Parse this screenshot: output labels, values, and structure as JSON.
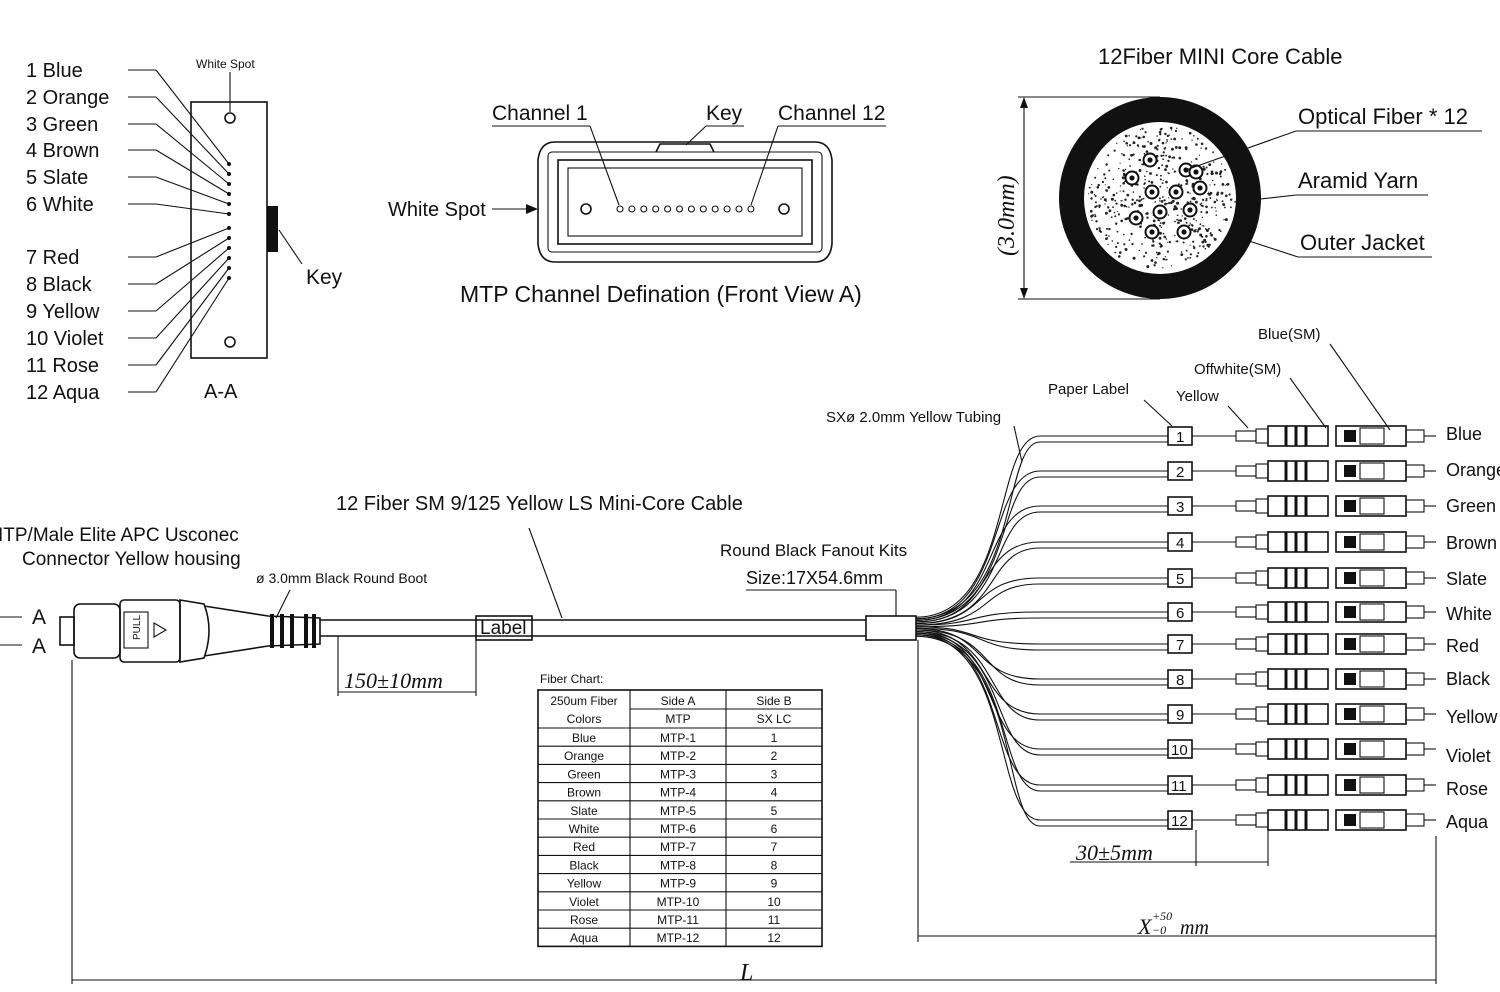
{
  "pinout": {
    "white_spot_label": "White Spot",
    "key_label": "Key",
    "section_label": "A-A",
    "fibers": [
      "1 Blue",
      "2 Orange",
      "3 Green",
      "4 Brown",
      "5 Slate",
      "6 White",
      "7 Red",
      "8 Black",
      "9 Yellow",
      "10 Violet",
      "11 Rose",
      "12 Aqua"
    ]
  },
  "mtp_front": {
    "channel1": "Channel 1",
    "key": "Key",
    "channel12": "Channel 12",
    "white_spot": "White Spot",
    "caption": "MTP Channel Defination (Front View A)"
  },
  "cable_section": {
    "title": "12Fiber MINI Core Cable",
    "diameter": "(3.0mm)",
    "optical_fiber": "Optical Fiber * 12",
    "aramid": "Aramid Yarn",
    "jacket": "Outer Jacket"
  },
  "assembly": {
    "cable_label": "12 Fiber SM 9/125 Yellow LS Mini-Core Cable",
    "connector_line1": "ITP/Male Elite APC Usconec",
    "connector_line2": "Connector Yellow housing",
    "boot_label": "ø 3.0mm Black Round Boot",
    "section_mark_a": "A",
    "label_box": "Label",
    "dim_150": "150±10mm",
    "fanout_line1": "Round Black Fanout Kits",
    "fanout_line2": "Size:17X54.6mm",
    "tubing": "SXø 2.0mm Yellow Tubing",
    "paper_label": "Paper Label",
    "yellow": "Yellow",
    "offwhite": "Offwhite(SM)",
    "blue_sm": "Blue(SM)",
    "dim_30": "30±5mm",
    "dim_x": "X",
    "dim_x_tol_plus": "+50",
    "dim_x_tol_minus": "−0",
    "dim_x_unit": "mm",
    "dim_l": "L",
    "legs": [
      {
        "num": "1",
        "color": "Blue"
      },
      {
        "num": "2",
        "color": "Orange"
      },
      {
        "num": "3",
        "color": "Green"
      },
      {
        "num": "4",
        "color": "Brown"
      },
      {
        "num": "5",
        "color": "Slate"
      },
      {
        "num": "6",
        "color": "White"
      },
      {
        "num": "7",
        "color": "Red"
      },
      {
        "num": "8",
        "color": "Black"
      },
      {
        "num": "9",
        "color": "Yellow"
      },
      {
        "num": "10",
        "color": "Violet"
      },
      {
        "num": "11",
        "color": "Rose"
      },
      {
        "num": "12",
        "color": "Aqua"
      }
    ]
  },
  "fiber_chart": {
    "title": "Fiber Chart:",
    "headers": [
      [
        "250um Fiber",
        "Colors"
      ],
      [
        "Side A",
        "MTP"
      ],
      [
        "Side B",
        "SX LC"
      ]
    ],
    "rows": [
      [
        "Blue",
        "MTP-1",
        "1"
      ],
      [
        "Orange",
        "MTP-2",
        "2"
      ],
      [
        "Green",
        "MTP-3",
        "3"
      ],
      [
        "Brown",
        "MTP-4",
        "4"
      ],
      [
        "Slate",
        "MTP-5",
        "5"
      ],
      [
        "White",
        "MTP-6",
        "6"
      ],
      [
        "Red",
        "MTP-7",
        "7"
      ],
      [
        "Black",
        "MTP-8",
        "8"
      ],
      [
        "Yellow",
        "MTP-9",
        "9"
      ],
      [
        "Violet",
        "MTP-10",
        "10"
      ],
      [
        "Rose",
        "MTP-11",
        "11"
      ],
      [
        "Aqua",
        "MTP-12",
        "12"
      ]
    ]
  }
}
